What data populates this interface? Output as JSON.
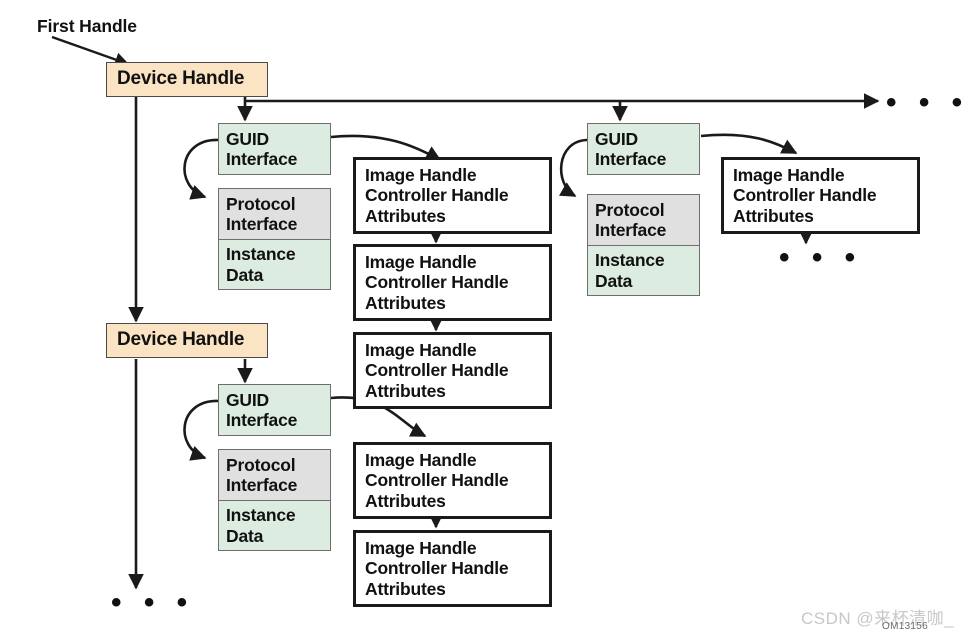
{
  "diagram": {
    "title_label": "First Handle",
    "ellipsis_glyph": "• • •",
    "colors": {
      "device_handle_fill": "#fbe4c4",
      "guid_fill": "#dcece1",
      "protocol_fill": "#e0e0e0",
      "instance_fill": "#dcece1",
      "image_handle_fill": "#ffffff",
      "stroke": "#1a1a1a"
    },
    "nodes": {
      "device_handle_1": "Device Handle",
      "device_handle_2": "Device Handle",
      "guid_interface_1": "GUID\nInterface",
      "guid_interface_2": "GUID\nInterface",
      "guid_interface_3": "GUID\nInterface",
      "protocol_interface_1": "Protocol\nInterface",
      "protocol_interface_2": "Protocol\nInterface",
      "protocol_interface_3": "Protocol\nInterface",
      "instance_data_1": "Instance\nData",
      "instance_data_2": "Instance\nData",
      "instance_data_3": "Instance\nData",
      "image_handle_a1": "Image Handle\nController Handle\nAttributes",
      "image_handle_a2": "Image Handle\nController Handle\nAttributes",
      "image_handle_a3": "Image Handle\nController Handle\nAttributes",
      "image_handle_b1": "Image Handle\nController Handle\nAttributes",
      "image_handle_b2": "Image Handle\nController Handle\nAttributes",
      "image_handle_c1": "Image Handle\nController Handle\nAttributes"
    },
    "ellipses": {
      "top_right": "• • •",
      "right_column": "• • •",
      "bottom_left": "• • •"
    }
  },
  "watermark": {
    "text": "CSDN @来杯清咖_",
    "subtext": "OM13156"
  }
}
